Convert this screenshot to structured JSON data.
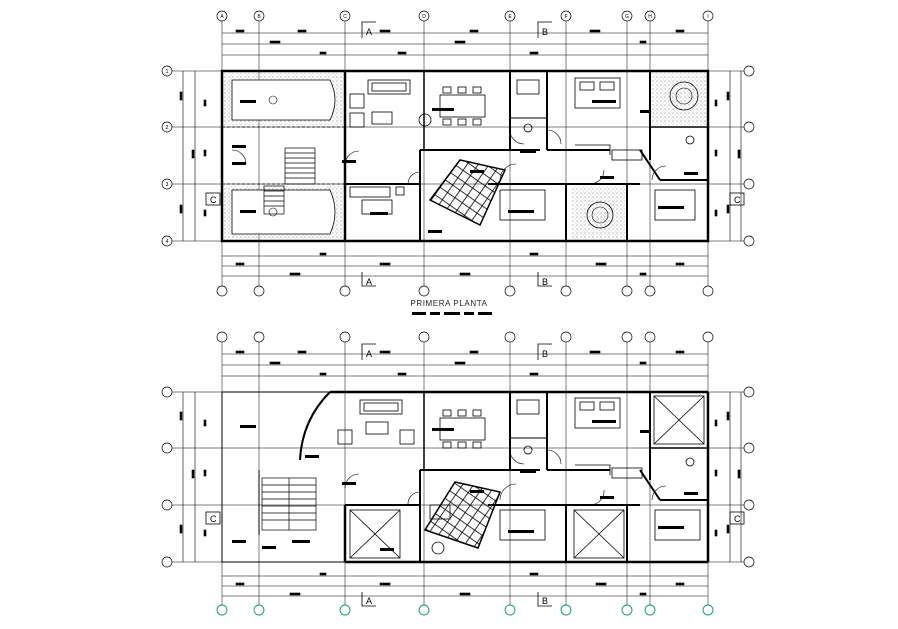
{
  "drawing": {
    "title_upper": "PRIMERA PLANTA",
    "section_labels": [
      "A",
      "B"
    ],
    "vertical_axes": [
      "A",
      "B",
      "C",
      "D",
      "E",
      "F",
      "G",
      "H",
      "I"
    ],
    "horizontal_axes": [
      "1",
      "2",
      "3",
      "4"
    ],
    "side_label": "C"
  },
  "colors": {
    "line": "#000000",
    "lower_bottom_axis_bubbles": "#009977"
  }
}
